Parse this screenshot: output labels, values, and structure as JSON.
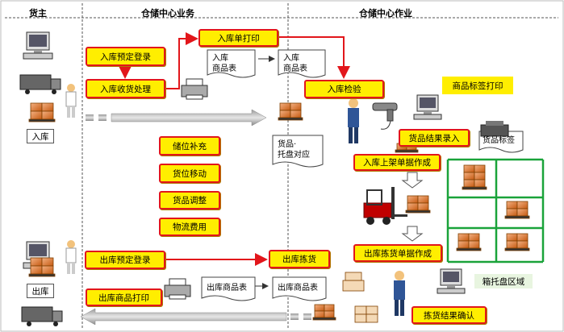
{
  "headers": {
    "shipper": "货主",
    "business": "仓储中心业务",
    "operation": "仓储中心作业"
  },
  "labels": {
    "inbound": "入库",
    "outbound": "出库",
    "rack_area": "箱托盘区域",
    "inbound_goods_doc": [
      "入库",
      "商品表"
    ],
    "inbound_goods_doc_copy": [
      "入库",
      "商品表"
    ],
    "goods_pallet_doc": [
      "货品·",
      "托盘对应"
    ],
    "goods_label_doc": "货品标签",
    "outbound_goods_doc": "出库商品表",
    "outbound_goods_doc_copy": "出库商品表"
  },
  "process": {
    "inbound_reservation": "入库预定登录",
    "inbound_receiving": "入库收货处理",
    "inbound_print": "入库单打印",
    "inbound_inspection": "入库检验",
    "label_print": "商品标签打印",
    "result_entry": "货品结果录入",
    "putaway_doc": "入库上架单据作成",
    "replenish": "储位补充",
    "relocate": "货位移动",
    "adjust": "货品调整",
    "logistics_fee": "物流费用",
    "outbound_reservation": "出库预定登录",
    "outbound_picking": "出库拣货",
    "picking_doc": "出库拣货单据作成",
    "outbound_print": "出库商品打印",
    "picking_confirm": "拣货结果确认"
  },
  "colors": {
    "box_fill": "#ffee00",
    "box_border": "#e2161b",
    "rack": "#1aa33a",
    "arrow": "#e2161b"
  }
}
